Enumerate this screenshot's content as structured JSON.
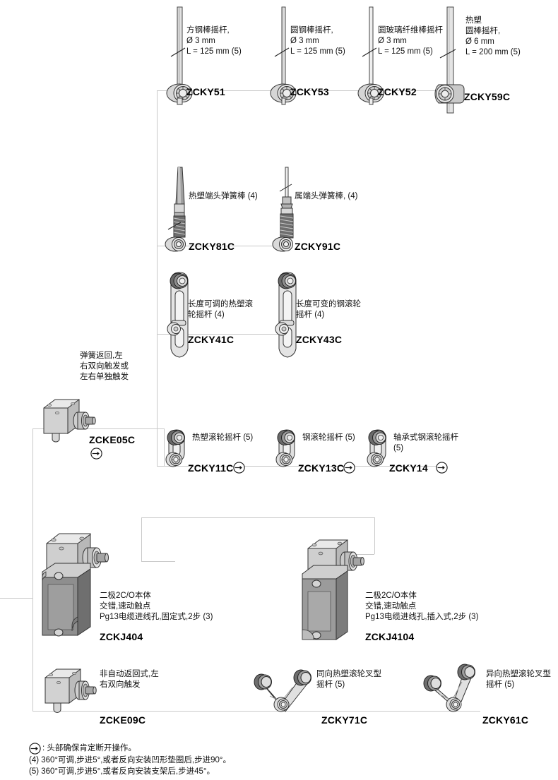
{
  "diagram": {
    "title": "ZCK limit switch head / body / lever selection chart",
    "colors": {
      "line": "#c9c9c9",
      "metal_light": "#e8e8e8",
      "metal_mid": "#bdbdbd",
      "metal_dark": "#8a8a8a",
      "body_gray": "#9a9a9a",
      "text": "#111111"
    }
  },
  "levers_top": [
    {
      "code": "ZCKY51",
      "desc": "方钢棒摇杆,\nØ 3 mm\nL = 125 mm (5)"
    },
    {
      "code": "ZCKY53",
      "desc": "圆钢棒摇杆,\nØ 3 mm\nL = 125 mm (5)"
    },
    {
      "code": "ZCKY52",
      "desc": "圆玻璃纤维棒摇杆\nØ 3 mm\nL = 125 mm (5)"
    },
    {
      "code": "ZCKY59C",
      "desc": "热塑\n圆棒摇杆,\nØ 6 mm\nL = 200 mm (5)"
    }
  ],
  "levers_spring": [
    {
      "code": "ZCKY81C",
      "desc": "热塑端头弹簧棒 (4)"
    },
    {
      "code": "ZCKY91C",
      "desc": "属端头弹簧棒,  (4)"
    }
  ],
  "levers_adjustable": [
    {
      "code": "ZCKY41C",
      "desc": "长度可调的热塑滚\n轮摇杆 (4)"
    },
    {
      "code": "ZCKY43C",
      "desc": "长度可变的钢滚轮\n摇杆 (4)"
    }
  ],
  "levers_roller": [
    {
      "code": "ZCKY11C",
      "desc": "热塑滚轮摇杆 (5)",
      "badge": "arrow-right-circle-icon"
    },
    {
      "code": "ZCKY13C",
      "desc": "钢滚轮摇杆 (5)",
      "badge": "arrow-right-circle-icon"
    },
    {
      "code": "ZCKY14",
      "desc": "轴承式钢滚轮摇杆\n(5)",
      "badge": "arrow-right-circle-icon"
    }
  ],
  "levers_fork": [
    {
      "code": "ZCKY71C",
      "desc": "同向热塑滚轮叉型\n摇杆 (5)"
    },
    {
      "code": "ZCKY61C",
      "desc": "异向热塑滚轮叉型\n摇杆 (5)"
    }
  ],
  "heads": [
    {
      "code": "ZCKE05C",
      "desc": "弹簧返回,左\n右双向触发或\n左右单独触发",
      "badge": "arrow-right-circle-icon"
    },
    {
      "code": "ZCKE09C",
      "desc": "非自动返回式,左\n右双向触发",
      "badge": null
    }
  ],
  "bodies": [
    {
      "code": "ZCKJ404",
      "desc": "二极2C/O本体\n交错,速动触点\nPg13电缆进线孔,固定式,2步 (3)"
    },
    {
      "code": "ZCKJ4104",
      "desc": "二极2C/O本体\n交错,速动触点\nPg13电缆进线孔,插入式,2步 (3)"
    }
  ],
  "footnotes": {
    "legend_icon": "arrow-right-circle-icon",
    "legend": ": 头部确保肯定断开操作。",
    "note4": "(4) 360°可调,步进5°,或者反向安装凹形垫圈后,步进90°。",
    "note5": "(5) 360°可调,步进5°,或者反向安装支架后,步进45°。"
  }
}
